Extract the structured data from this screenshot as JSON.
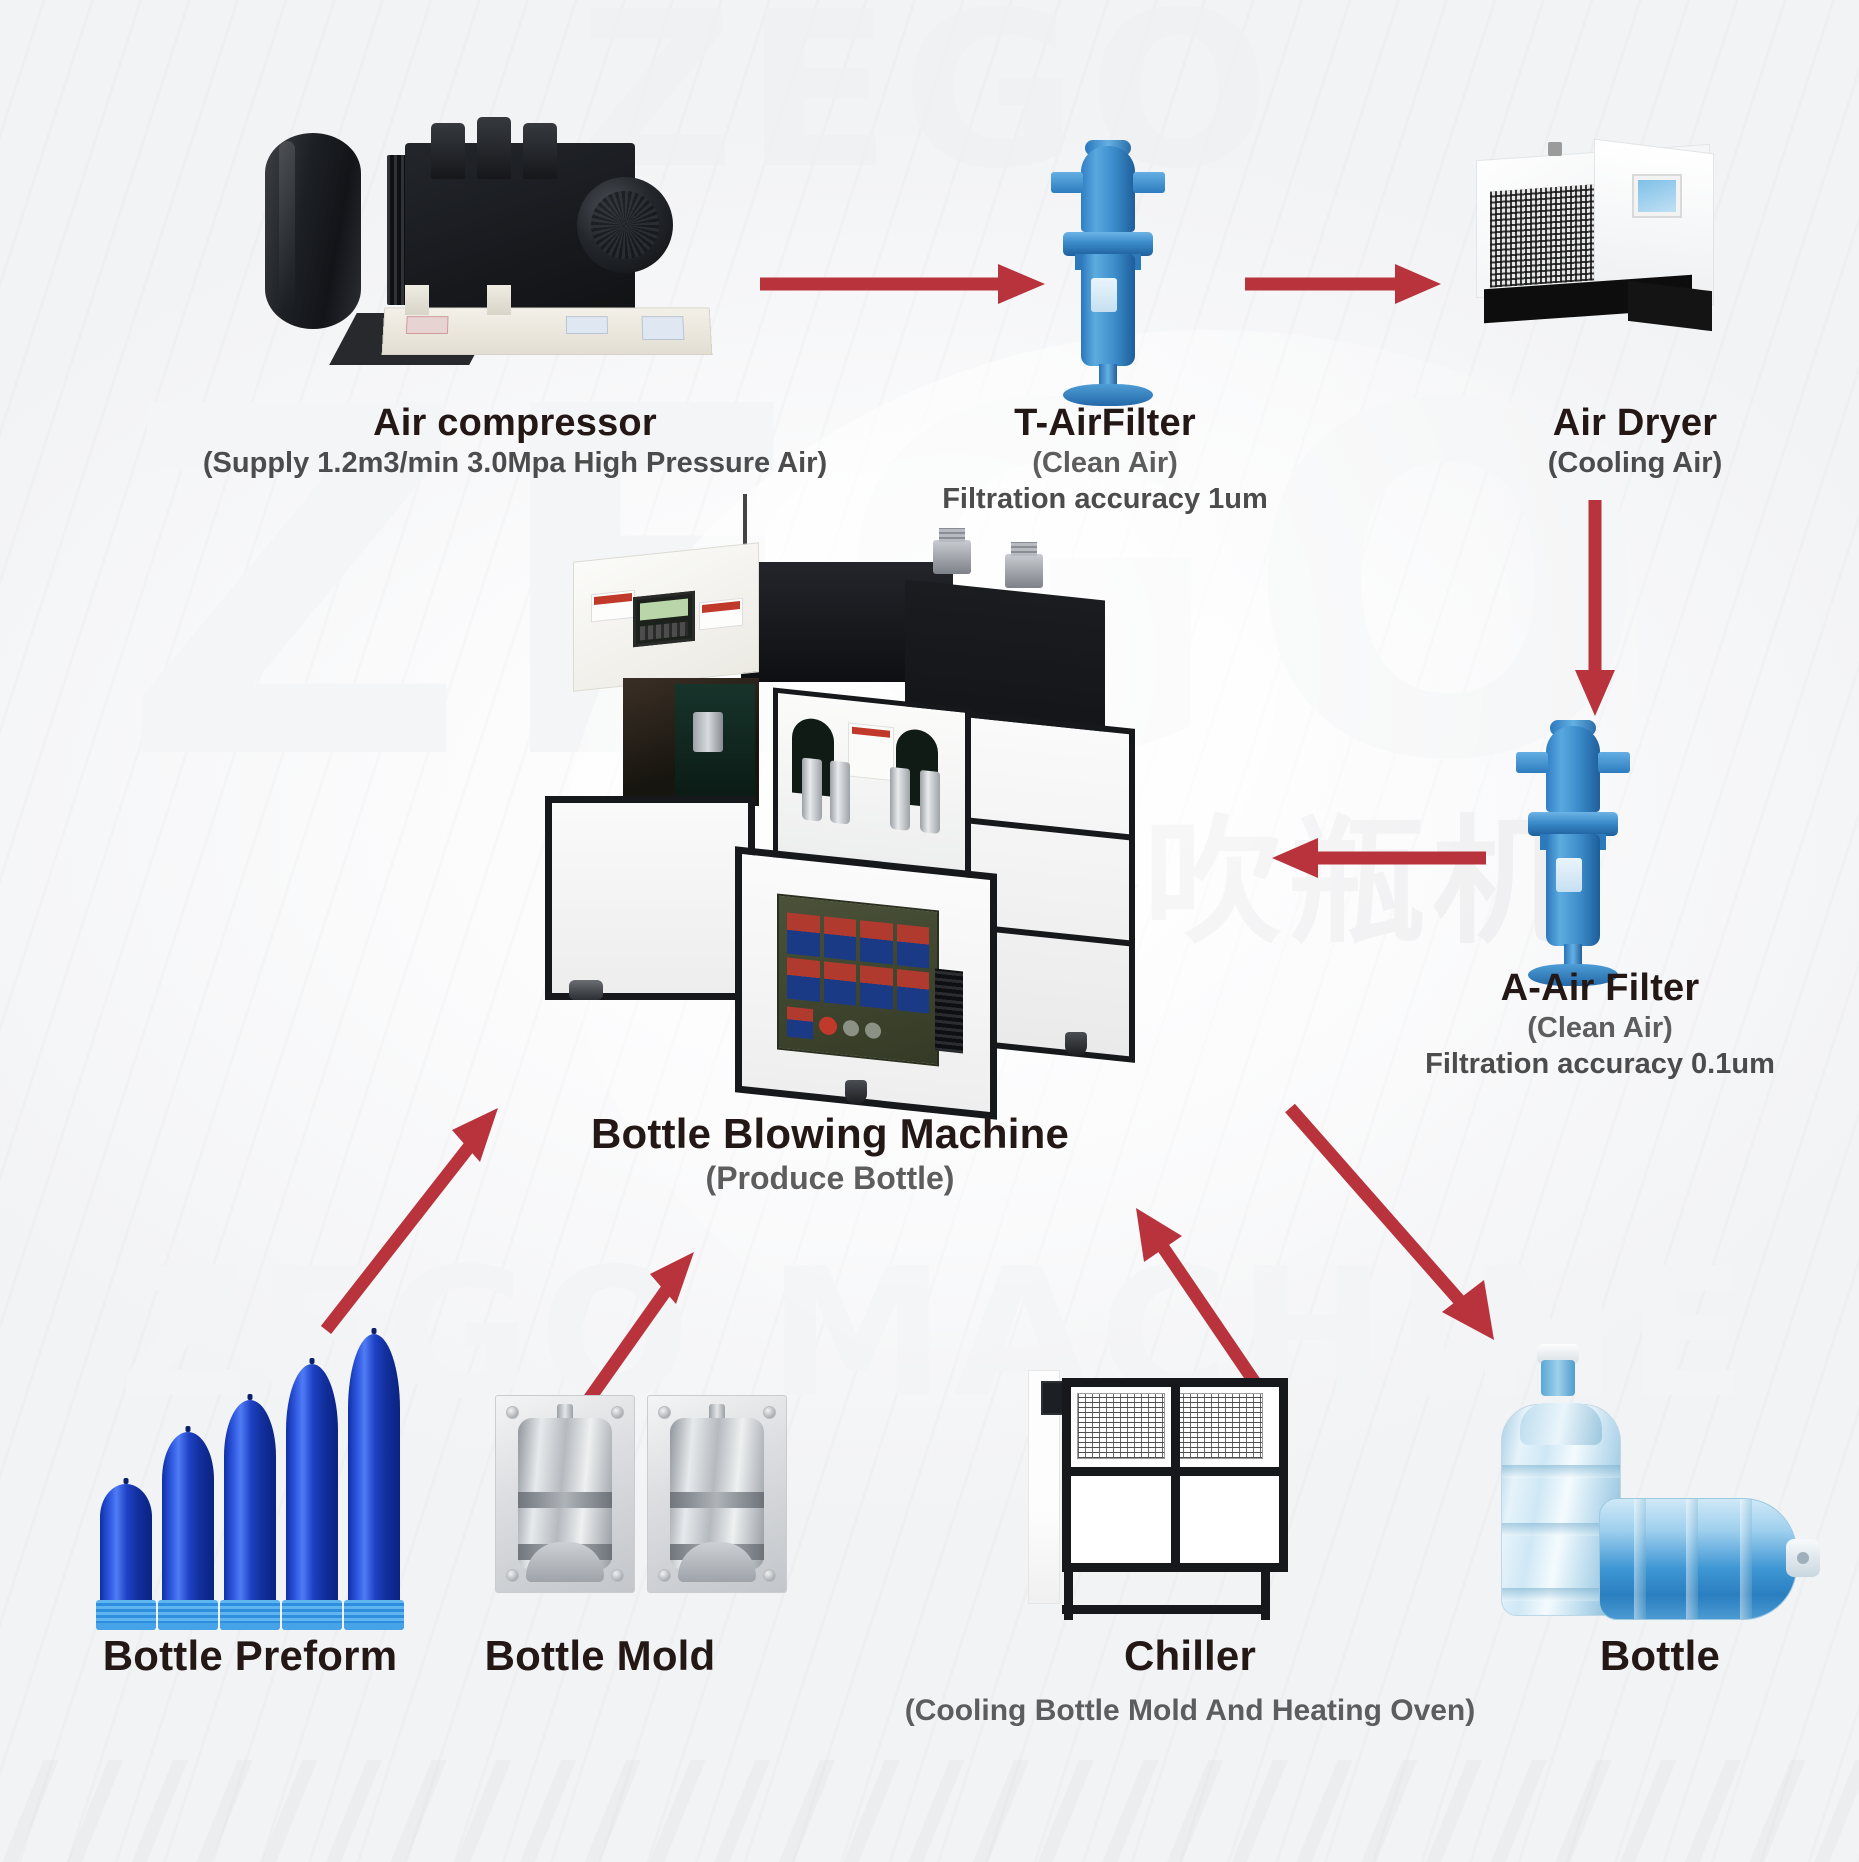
{
  "background": {
    "watermark_top": "ZEGO",
    "watermark_center": "ZEGO",
    "watermark_bottom": "ZEGO MACHINE",
    "watermark_cjk": "格吹瓶机"
  },
  "colors": {
    "arrow": "#b8333c",
    "title_text": "#231815",
    "subtitle_text": "#5d5d5d",
    "filter_blue": "#3b8ccb",
    "preform_blue": "#1e41c4",
    "machine_dark": "#16181c"
  },
  "nodes": [
    {
      "id": "air-compressor",
      "title": "Air compressor",
      "sub1": "(Supply 1.2m3/min 3.0Mpa High Pressure Air)",
      "sub2": ""
    },
    {
      "id": "t-air-filter",
      "title": "T-AirFilter",
      "sub1": "(Clean Air)",
      "sub2": "Filtration accuracy 1um"
    },
    {
      "id": "air-dryer",
      "title": "Air Dryer",
      "sub1": "(Cooling Air)",
      "sub2": ""
    },
    {
      "id": "a-air-filter",
      "title": "A-Air Filter",
      "sub1": "(Clean Air)",
      "sub2": "Filtration accuracy 0.1um"
    },
    {
      "id": "bottle-blowing-machine",
      "title": "Bottle Blowing Machine",
      "sub1": "(Produce Bottle)",
      "sub2": ""
    },
    {
      "id": "bottle-preform",
      "title": "Bottle Preform",
      "sub1": "",
      "sub2": ""
    },
    {
      "id": "bottle-mold",
      "title": "Bottle Mold",
      "sub1": "",
      "sub2": ""
    },
    {
      "id": "chiller",
      "title": "Chiller",
      "sub1": "(Cooling Bottle Mold And Heating Oven)",
      "sub2": ""
    },
    {
      "id": "bottle",
      "title": "Bottle",
      "sub1": "",
      "sub2": ""
    }
  ],
  "flow": [
    {
      "from": "air-compressor",
      "to": "t-air-filter",
      "direction": "right"
    },
    {
      "from": "t-air-filter",
      "to": "air-dryer",
      "direction": "right"
    },
    {
      "from": "air-dryer",
      "to": "a-air-filter",
      "direction": "down"
    },
    {
      "from": "a-air-filter",
      "to": "bottle-blowing-machine",
      "direction": "left"
    },
    {
      "from": "bottle-preform",
      "to": "bottle-blowing-machine",
      "direction": "up-right"
    },
    {
      "from": "bottle-mold",
      "to": "bottle-blowing-machine",
      "direction": "up-right"
    },
    {
      "from": "chiller",
      "to": "bottle-blowing-machine",
      "direction": "up-left"
    },
    {
      "from": "bottle-blowing-machine",
      "to": "bottle",
      "direction": "down-right"
    }
  ],
  "preform_count": 5
}
